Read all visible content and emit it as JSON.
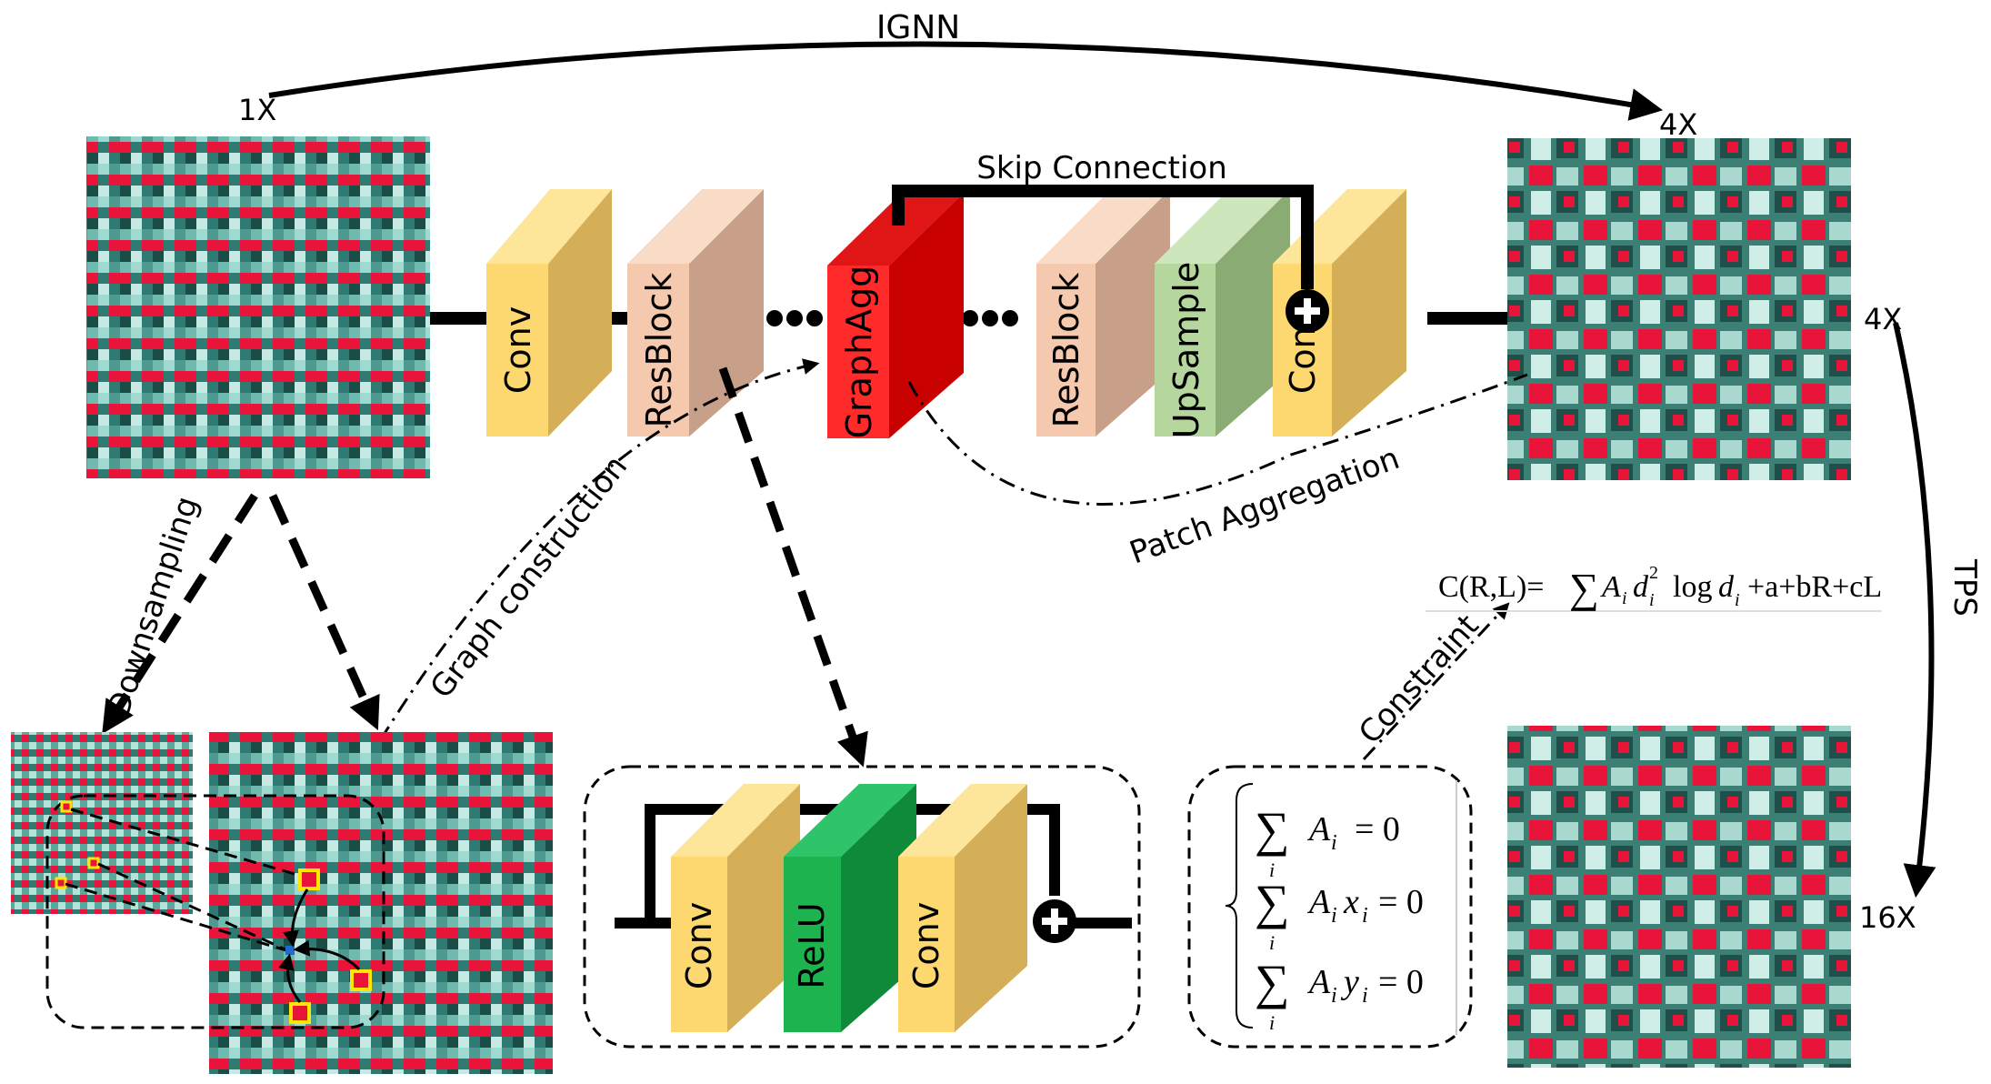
{
  "labels": {
    "ignn": "IGNN",
    "scale_1x": "1X",
    "scale_4x_top": "4X",
    "scale_4x_right": "4X",
    "scale_16x": "16X",
    "skip_connection": "Skip Connection",
    "patch_aggregation": "Patch Aggregation",
    "graph_construction": "Graph construction",
    "downsampling": "Downsampling",
    "tps": "TPS",
    "constraint": "Constraint"
  },
  "blocks": {
    "conv1": "Conv",
    "resblock1": "ResBlock",
    "graphagg": "GraphAgg",
    "resblock2": "ResBlock",
    "upsample": "UpSample",
    "conv2": "Conv",
    "inner_conv1": "Conv",
    "inner_relu": "ReLU",
    "inner_conv2": "Conv"
  },
  "formula": {
    "lhs": "C(R,L)=",
    "sum": "∑",
    "a": "A",
    "a_sub": "i",
    "d": "d",
    "d_sub": "i",
    "d_sup": "2",
    "log": "log",
    "d2": "d",
    "d2_sub": "i",
    "rhs": "+a+bR+cL"
  },
  "constraints": {
    "sum": "∑",
    "sub": "i",
    "eq1_var": "A",
    "eq1_var_sub": "i",
    "eq2_var": "A",
    "eq2_var_sub": "i",
    "eq2_x": "x",
    "eq2_x_sub": "i",
    "eq3_var": "A",
    "eq3_var_sub": "i",
    "eq3_y": "y",
    "eq3_y_sub": "i",
    "rhs": "= 0"
  },
  "colors": {
    "conv_front": "#fdd76f",
    "conv_side": "#d4af57",
    "res_front": "#f5c9ad",
    "res_side": "#c8a08a",
    "graph_front": "#ff2a2a",
    "graph_side": "#c80000",
    "up_front": "#b5d79d",
    "up_side": "#8aab73",
    "relu_front": "#1db34f",
    "relu_side": "#0f8a38",
    "img_base": "#2f7a72",
    "img_light": "#9fd9d0",
    "img_red": "#e8143a"
  }
}
